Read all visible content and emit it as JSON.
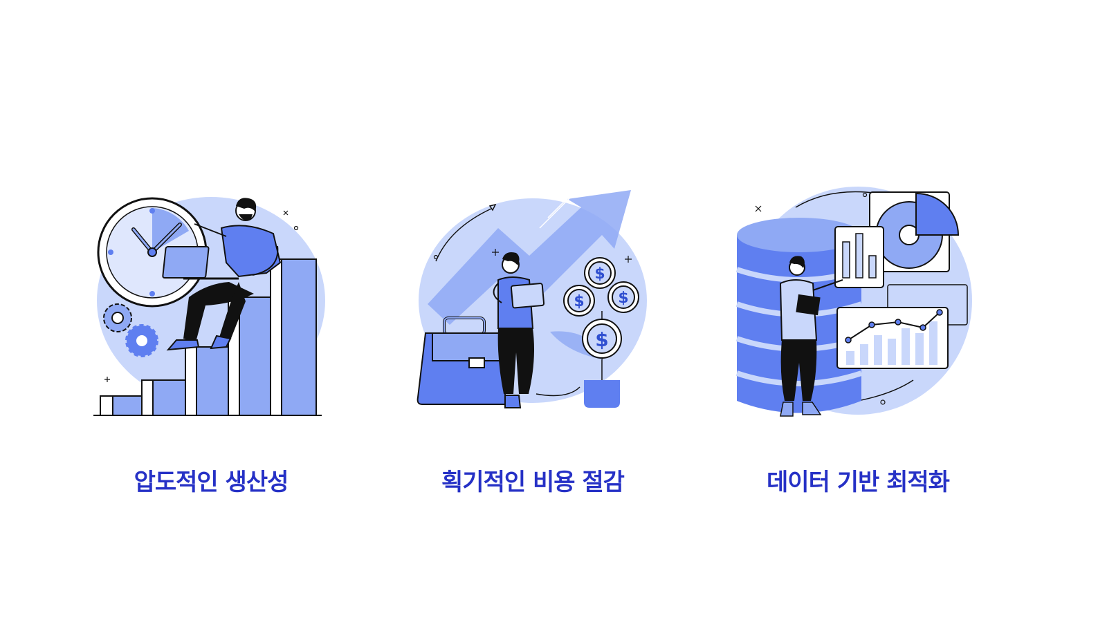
{
  "features": [
    {
      "title": "압도적인 생산성",
      "icon": "productivity-illustration"
    },
    {
      "title": "획기적인 비용 절감",
      "icon": "cost-saving-illustration"
    },
    {
      "title": "데이터 기반 최적화",
      "icon": "data-optimization-illustration"
    }
  ],
  "colors": {
    "accent": "#2631c6",
    "light_blue": "#c9d7fb",
    "mid_blue": "#8fa9f4",
    "blue": "#5f7ff0",
    "ink": "#111111"
  }
}
